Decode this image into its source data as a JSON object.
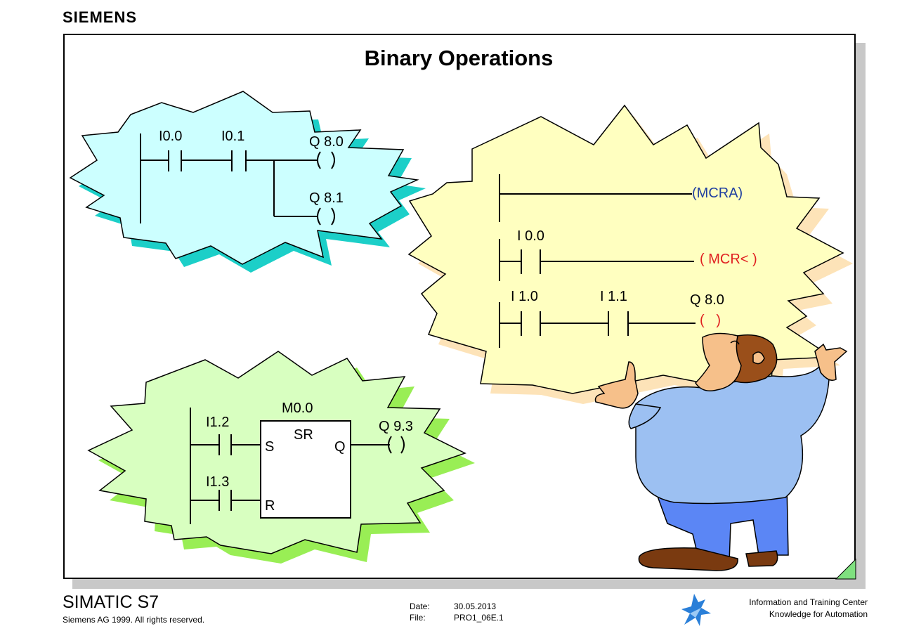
{
  "header": {
    "brand": "SIEMENS"
  },
  "slide": {
    "title": "Binary Operations"
  },
  "diagram_top_left": {
    "contact_1": "I0.0",
    "contact_2": "I0.1",
    "coil_1": "Q 8.0",
    "coil_2": "Q 8.1"
  },
  "diagram_right": {
    "mcra": "(MCRA)",
    "contact_1": "I 0.0",
    "mcr_open": "( MCR< )",
    "contact_2": "I 1.0",
    "contact_3": "I 1.1",
    "coil": "Q 8.0",
    "coil_paren": "(   )",
    "colors": {
      "mcra": "#1f3fa0",
      "mcr": "#e02020"
    }
  },
  "diagram_bottom_left": {
    "contact_set": "I1.2",
    "contact_reset": "I1.3",
    "flag": "M0.0",
    "block": "SR",
    "pin_s": "S",
    "pin_r": "R",
    "pin_q": "Q",
    "coil": "Q 9.3"
  },
  "footer": {
    "product": "SIMATIC S7",
    "copyright": "Siemens AG 1999. All rights reserved.",
    "date_label": "Date:",
    "date_value": "30.05.2013",
    "file_label": "File:",
    "file_value": "PRO1_06E.1",
    "itc_line1": "Information and Training Center",
    "itc_line2": "Knowledge for Automation"
  },
  "colors": {
    "cyan_burst": "#ccffff",
    "cyan_shadow": "#1ccfc8",
    "yellow_burst": "#ffffc0",
    "yellow_shadow": "#fde3b8",
    "green_burst": "#d8ffc0",
    "green_shadow": "#99ee55"
  }
}
